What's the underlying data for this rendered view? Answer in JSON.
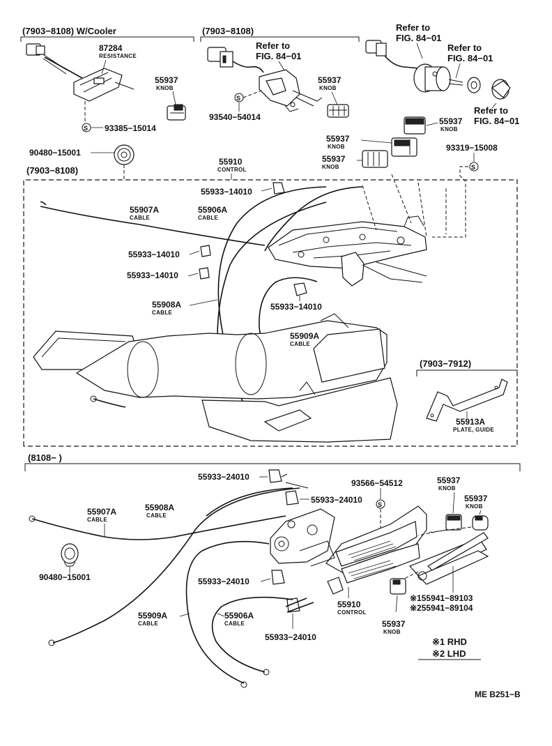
{
  "sections": {
    "top_left_header": "(7903−8108) W/Cooler",
    "top_mid_header": "(7903−8108)",
    "control_box_header": "(7903−8108)",
    "plate_header": "(7903−7912)",
    "lower_header": "(8108−          )"
  },
  "refs": {
    "mid_refer_line1": "Refer to",
    "mid_refer_line2": "FIG. 84−01",
    "right_refer_a_line1": "Refer to",
    "right_refer_a_line2": "FIG. 84−01",
    "right_refer_b_line1": "Refer to",
    "right_refer_b_line2": "FIG. 84−01",
    "right_refer_c_line1": "Refer to",
    "right_refer_c_line2": "FIG. 84−01"
  },
  "parts": {
    "p87284": {
      "number": "87284",
      "desc": "RESISTANCE"
    },
    "knob_tl": {
      "number": "55937",
      "desc": "KNOB"
    },
    "knob_tm": {
      "number": "55937",
      "desc": "KNOB"
    },
    "knob_tr": {
      "number": "55937",
      "desc": "KNOB"
    },
    "knob_r2": {
      "number": "55937",
      "desc": "KNOB"
    },
    "knob_r3": {
      "number": "55937",
      "desc": "KNOB"
    },
    "screw_93385": {
      "number": "93385−15014"
    },
    "screw_93540": {
      "number": "93540−54014"
    },
    "screw_93319": {
      "number": "93319−15008"
    },
    "grommet_top": {
      "number": "90480−15001"
    },
    "control_top": {
      "number": "55910",
      "desc": "CONTROL"
    },
    "cable_907a_top": {
      "number": "55907A",
      "desc": "CABLE"
    },
    "cable_906a_top": {
      "number": "55906A",
      "desc": "CABLE"
    },
    "cable_908a_top": {
      "number": "55908A",
      "desc": "CABLE"
    },
    "cable_909a_top": {
      "number": "55909A",
      "desc": "CABLE"
    },
    "clip_t1": {
      "number": "55933−14010"
    },
    "clip_t2": {
      "number": "55933−14010"
    },
    "clip_t3": {
      "number": "55933−14010"
    },
    "clip_t4": {
      "number": "55933−14010"
    },
    "plate_guide": {
      "number": "55913A",
      "desc": "PLATE, GUIDE"
    },
    "clip_b1": {
      "number": "55933−24010"
    },
    "clip_b2": {
      "number": "55933−24010"
    },
    "clip_b3": {
      "number": "55933−24010"
    },
    "clip_b4": {
      "number": "55933−24010"
    },
    "screw_93566": {
      "number": "93566−54512"
    },
    "knob_b1": {
      "number": "55937",
      "desc": "KNOB"
    },
    "knob_b2": {
      "number": "55937",
      "desc": "KNOB"
    },
    "knob_b3": {
      "number": "55937",
      "desc": "KNOB"
    },
    "cable_907a_bot": {
      "number": "55907A",
      "desc": "CABLE"
    },
    "cable_908a_bot": {
      "number": "55908A",
      "desc": "CABLE"
    },
    "cable_909a_bot": {
      "number": "55909A",
      "desc": "CABLE"
    },
    "cable_906a_bot": {
      "number": "55906A",
      "desc": "CABLE"
    },
    "grommet_bot": {
      "number": "90480−15001"
    },
    "control_bot": {
      "number": "55910",
      "desc": "CONTROL"
    },
    "panel_rhd": {
      "number": "※155941−89103"
    },
    "panel_lhd": {
      "number": "※255941−89104"
    }
  },
  "legend": {
    "rhd": "※1 RHD",
    "lhd": "※2 LHD"
  },
  "screw_symbol": "S",
  "figure_code": "ME B251−B"
}
